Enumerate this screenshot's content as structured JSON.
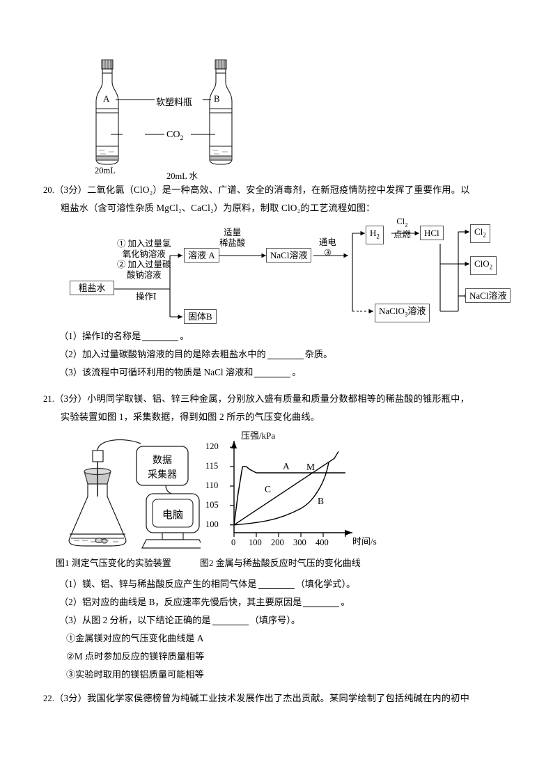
{
  "figure_bottles": {
    "label_soft_bottle": "软塑料瓶",
    "label_gas": "CO2",
    "bottle_a": "A",
    "bottle_b": "B",
    "vol_a": "20mL",
    "vol_b": "20mL 水"
  },
  "q20": {
    "number": "20",
    "points": "（3分）",
    "line1": "二氧化氯（ClO₂）是一种高效、广谱、安全的消毒剂，在新冠疫情防控中发挥了重要作用。以",
    "line2": "粗盐水（含可溶性杂质 MgCl₂、CaCl₂）为原料，制取 ClO₂的工艺流程如图：",
    "sub1": "（1）操作Ⅰ的名称是",
    "sub1_end": "。",
    "sub2": "（2）加入过量碳酸钠溶液的目的是除去粗盐水中的",
    "sub2_end": "杂质。",
    "sub3": "（3）该流程中可循环利用的物质是 NaCl 溶液和",
    "sub3_end": "。"
  },
  "flowchart": {
    "brine": "粗盐水",
    "step1": "① 加入过量氢",
    "step1b": "氧化钠溶液",
    "step2": "② 加入过量碳",
    "step2b": "酸钠溶液",
    "operation": "操作Ⅰ",
    "solution_a": "溶液 A",
    "solid_b": "固体B",
    "acid1": "适量",
    "acid2": "稀盐酸",
    "nacl_solution": "NaCl溶液",
    "electro1": "通电",
    "electro2": "③",
    "h2": "H₂",
    "cl2_label": "Cl₂",
    "ignite": "点燃",
    "hcl": "HCl",
    "out_cl2": "Cl₂",
    "out_clo2": "ClO₂",
    "out_nacl": "NaCl溶液",
    "naclo3": "NaClO₃溶液"
  },
  "q21": {
    "number": "21",
    "points": "（3分）",
    "line1": "小明同学取镁、铝、锌三种金属，分别放入盛有质量和质量分数都相等的稀盐酸的锥形瓶中，",
    "line2": "实验装置如图 1，采集数据，得到如图 2 所示的气压变化曲线。",
    "sub1": "（1）镁、铝、锌与稀盐酸反应产生的相同气体是",
    "sub1_end": "（填化学式）。",
    "sub2": "（2）铝对应的曲线是 B，反应速率先慢后快，其主要原因是",
    "sub2_end": "。",
    "sub3": "（3）从图 2 分析，以下结论正确的是",
    "sub3_end": "（填序号）。",
    "opt1": "①金属镁对应的气压变化曲线是 A",
    "opt2": "②M 点时参加反应的镁锌质量相等",
    "opt3": "③实验时取用的镁铝质量可能相等"
  },
  "apparatus": {
    "data_collector": "数据\n采集器",
    "data_collector_l1": "数据",
    "data_collector_l2": "采集器",
    "computer": "电脑",
    "caption1": "图1 测定气压变化的实验装置",
    "caption2": "图2 金属与稀盐酸反应时气压的变化曲线"
  },
  "chart_data": {
    "type": "line",
    "title": "图2 金属与稀盐酸反应时气压的变化曲线",
    "xlabel": "时间/s",
    "ylabel": "压强/kPa",
    "xlim": [
      0,
      500
    ],
    "ylim": [
      98,
      122
    ],
    "xticks": [
      0,
      100,
      200,
      300,
      400
    ],
    "xtick_labels": [
      "0",
      "100",
      "200",
      "300",
      "400"
    ],
    "yticks": [
      100,
      105,
      110,
      115,
      120
    ],
    "ytick_labels": [
      "100",
      "105",
      "110",
      "115",
      "120"
    ],
    "grid": false,
    "legend": "none",
    "annotations": [
      {
        "label": "A",
        "x": 250,
        "y": 116.8
      },
      {
        "label": "M",
        "x": 345,
        "y": 116.8
      },
      {
        "label": "C",
        "x": 175,
        "y": 110.2
      },
      {
        "label": "B",
        "x": 385,
        "y": 106.2
      }
    ],
    "series": [
      {
        "name": "A",
        "label": "A",
        "metal": "镁",
        "points": [
          [
            0,
            100
          ],
          [
            18,
            108
          ],
          [
            38,
            117
          ],
          [
            55,
            117
          ],
          [
            70,
            116.3
          ],
          [
            100,
            115.4
          ],
          [
            500,
            115.4
          ]
        ]
      },
      {
        "name": "C",
        "label": "C",
        "metal": "锌",
        "points": [
          [
            0,
            100
          ],
          [
            100,
            103.8
          ],
          [
            200,
            107.6
          ],
          [
            300,
            111.4
          ],
          [
            400,
            115.2
          ],
          [
            450,
            117.1
          ],
          [
            470,
            118.9
          ]
        ]
      },
      {
        "name": "B",
        "label": "B",
        "metal": "铝",
        "points": [
          [
            0,
            100
          ],
          [
            50,
            100.3
          ],
          [
            100,
            100.9
          ],
          [
            150,
            101.8
          ],
          [
            200,
            103.0
          ],
          [
            250,
            104.5
          ],
          [
            300,
            106.4
          ],
          [
            350,
            108.8
          ],
          [
            390,
            111.6
          ],
          [
            420,
            115.0
          ],
          [
            440,
            118.0
          ],
          [
            450,
            120.0
          ]
        ]
      }
    ]
  },
  "q22": {
    "number": "22",
    "points": "（3分）",
    "line1": "我国化学家侯德榜曾为纯碱工业技术发展作出了杰出贡献。某同学绘制了包括纯碱在内的初中"
  }
}
